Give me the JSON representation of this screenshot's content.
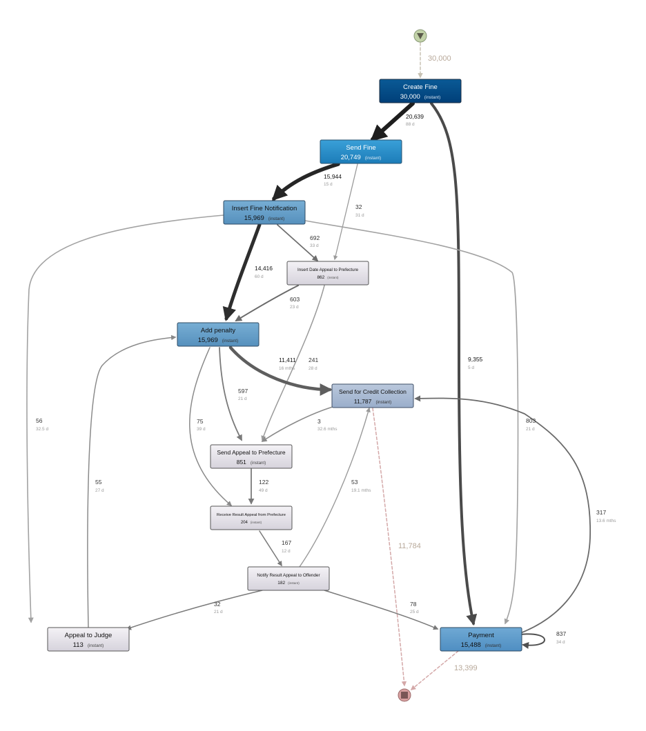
{
  "start_flow": "30,000",
  "end_flows": {
    "credit_collection": "11,784",
    "payment": "13,399"
  },
  "nodes": {
    "create_fine": {
      "name": "Create Fine",
      "count": "30,000",
      "duration": "(instant)"
    },
    "send_fine": {
      "name": "Send Fine",
      "count": "20,749",
      "duration": "(instant)"
    },
    "insert_notification": {
      "name": "Insert Fine Notification",
      "count": "15,969",
      "duration": "(instant)"
    },
    "insert_date_appeal": {
      "name": "Insert Date Appeal to Prefecture",
      "count": "862",
      "duration": "(instant)"
    },
    "add_penalty": {
      "name": "Add penalty",
      "count": "15,969",
      "duration": "(instant)"
    },
    "credit_collection": {
      "name": "Send for Credit Collection",
      "count": "11,787",
      "duration": "(instant)"
    },
    "send_appeal": {
      "name": "Send Appeal to Prefecture",
      "count": "851",
      "duration": "(instant)"
    },
    "receive_result": {
      "name": "Receive Result Appeal from Prefecture",
      "count": "204",
      "duration": "(instant)"
    },
    "notify_result": {
      "name": "Notify Result Appeal to Offender",
      "count": "182",
      "duration": "(instant)"
    },
    "appeal_judge": {
      "name": "Appeal to Judge",
      "count": "113",
      "duration": "(instant)"
    },
    "payment": {
      "name": "Payment",
      "count": "15,488",
      "duration": "(instant)"
    }
  },
  "edges": {
    "create_send": {
      "count": "20,639",
      "time": "88 d"
    },
    "create_payment": {
      "count": "9,355",
      "time": "5 d"
    },
    "send_insert": {
      "count": "15,944",
      "time": "15 d"
    },
    "send_date": {
      "count": "32",
      "time": "31 d"
    },
    "insert_date": {
      "count": "692",
      "time": "33 d"
    },
    "insert_penalty": {
      "count": "14,416",
      "time": "60 d"
    },
    "insert_judge": {
      "count": "56",
      "time": "32.5 d"
    },
    "date_penalty": {
      "count": "603",
      "time": "23 d"
    },
    "date_sendappeal": {
      "count": "241",
      "time": "28 d"
    },
    "penalty_credit": {
      "count": "11,411",
      "time": "16 mths"
    },
    "penalty_sendappeal": {
      "count": "597",
      "time": "21 d"
    },
    "penalty_receive": {
      "count": "75",
      "time": "39 d"
    },
    "credit_sendappeal": {
      "count": "3",
      "time": "32.6 mths"
    },
    "payment_credit": {
      "count": "803",
      "time": "21 d"
    },
    "insert_payment": {
      "count": "317",
      "time": "13.6 mths"
    },
    "sendappeal_receive": {
      "count": "122",
      "time": "49 d"
    },
    "receive_notify": {
      "count": "167",
      "time": "12 d"
    },
    "notify_credit": {
      "count": "53",
      "time": "19.1 mths"
    },
    "judge_penalty": {
      "count": "55",
      "time": "27 d"
    },
    "notify_judge": {
      "count": "32",
      "time": "21 d"
    },
    "notify_payment": {
      "count": "78",
      "time": "25 d"
    },
    "payment_self": {
      "count": "837",
      "time": "34 d"
    }
  }
}
